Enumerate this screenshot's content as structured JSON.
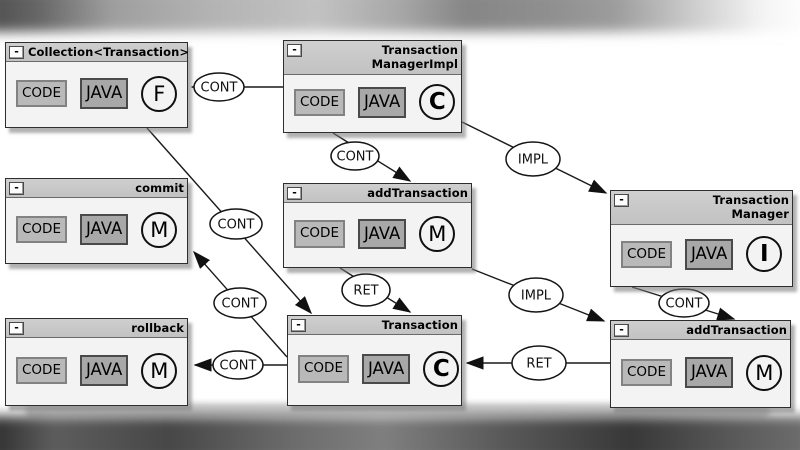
{
  "ui": {
    "minimize_glyph": "-"
  },
  "colors": {
    "background": "#ffffff",
    "titlebar": "#c6c6c6",
    "box_body": "#f3f3f3",
    "code_button": "#b9b9b9",
    "java_button": "#a8a8a8",
    "edge": "#1a1a1a",
    "letterbox": "#4f4f4f"
  },
  "boxes": [
    {
      "id": "collection-transaction",
      "title": "Collection<Transaction>",
      "buttons": {
        "code": "CODE",
        "java": "JAVA"
      },
      "badge": "F",
      "kind": "field"
    },
    {
      "id": "transaction-manager-impl",
      "title": "Transaction\nManagerImpl",
      "buttons": {
        "code": "CODE",
        "java": "JAVA"
      },
      "badge": "C",
      "kind": "class"
    },
    {
      "id": "commit",
      "title": "commit",
      "buttons": {
        "code": "CODE",
        "java": "JAVA"
      },
      "badge": "M",
      "kind": "method"
    },
    {
      "id": "addtransaction-impl",
      "title": "addTransaction",
      "buttons": {
        "code": "CODE",
        "java": "JAVA"
      },
      "badge": "M",
      "kind": "method"
    },
    {
      "id": "transaction-manager",
      "title": "Transaction\nManager",
      "buttons": {
        "code": "CODE",
        "java": "JAVA"
      },
      "badge": "I",
      "kind": "interface"
    },
    {
      "id": "rollback",
      "title": "rollback",
      "buttons": {
        "code": "CODE",
        "java": "JAVA"
      },
      "badge": "M",
      "kind": "method"
    },
    {
      "id": "transaction",
      "title": "Transaction",
      "buttons": {
        "code": "CODE",
        "java": "JAVA"
      },
      "badge": "C",
      "kind": "class"
    },
    {
      "id": "addtransaction-manager",
      "title": "addTransaction",
      "buttons": {
        "code": "CODE",
        "java": "JAVA"
      },
      "badge": "M",
      "kind": "method"
    }
  ],
  "edges": [
    {
      "label": "CONT",
      "from": "transaction-manager-impl",
      "to": "collection-transaction"
    },
    {
      "label": "CONT",
      "from": "transaction-manager-impl",
      "to": "addtransaction-impl"
    },
    {
      "label": "IMPL",
      "from": "transaction-manager-impl",
      "to": "transaction-manager"
    },
    {
      "label": "CONT",
      "from": "collection-transaction",
      "to": "transaction"
    },
    {
      "label": "CONT",
      "from": "transaction",
      "to": "commit"
    },
    {
      "label": "RET",
      "from": "addtransaction-impl",
      "to": "transaction"
    },
    {
      "label": "IMPL",
      "from": "addtransaction-impl",
      "to": "addtransaction-manager"
    },
    {
      "label": "CONT",
      "from": "transaction-manager",
      "to": "addtransaction-manager"
    },
    {
      "label": "RET",
      "from": "addtransaction-manager",
      "to": "transaction"
    },
    {
      "label": "CONT",
      "from": "transaction",
      "to": "rollback"
    }
  ]
}
